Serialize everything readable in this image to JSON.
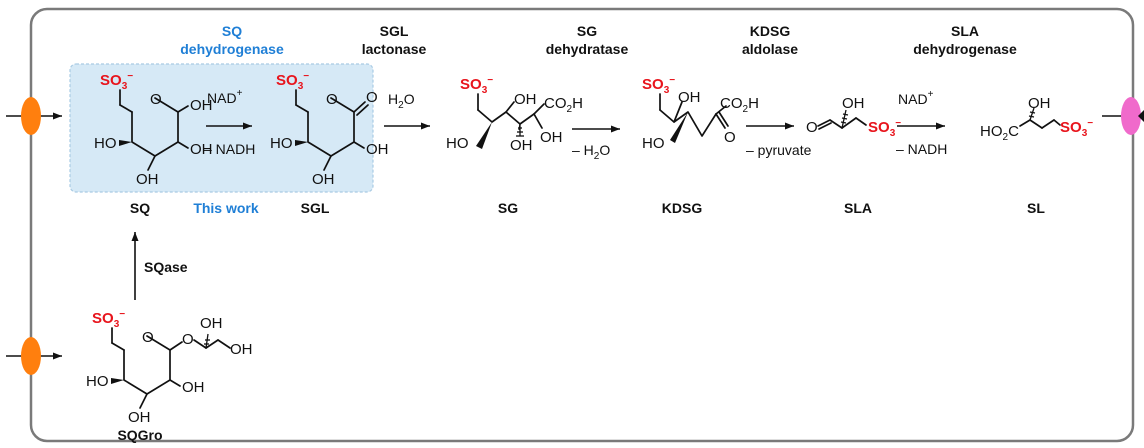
{
  "enzymes": {
    "sq_dh": [
      "SQ",
      "dehydrogenase"
    ],
    "sgl_lactonase": [
      "SGL",
      "lactonase"
    ],
    "sg_dehydratase": [
      "SG",
      "dehydratase"
    ],
    "kdsg_aldolase": [
      "KDSG",
      "aldolase"
    ],
    "sla_dh": [
      "SLA",
      "dehydrogenase"
    ],
    "sqase": "SQase"
  },
  "compounds": {
    "sq": "SQ",
    "sgl": "SGL",
    "sg": "SG",
    "kdsg": "KDSG",
    "sla": "SLA",
    "sl": "SL",
    "sqgro": "SQGro"
  },
  "highlight_label": "This work",
  "conditions": {
    "nad_plus_1": "NAD+",
    "nadh_1": "– NADH",
    "water_in": "H2O",
    "water_out": "– H2O",
    "pyruvate_out": "– pyruvate",
    "nad_plus_2": "NAD+",
    "nadh_2": "– NADH"
  },
  "groups": {
    "sulfonate": "SO3−",
    "hydroxyl": "OH",
    "ring_oxygen": "O",
    "carboxyl": "CO2H",
    "ho_left": "HO",
    "ho2c": "HO2C"
  },
  "colors": {
    "sulfonate": "#e8141c",
    "accent_blue": "#1f7fd6",
    "highlight_fill": "#d6e9f6",
    "transporter_in": "#ff7f0e",
    "transporter_out": "#f06acb",
    "cell_border": "#7a7a7a"
  }
}
